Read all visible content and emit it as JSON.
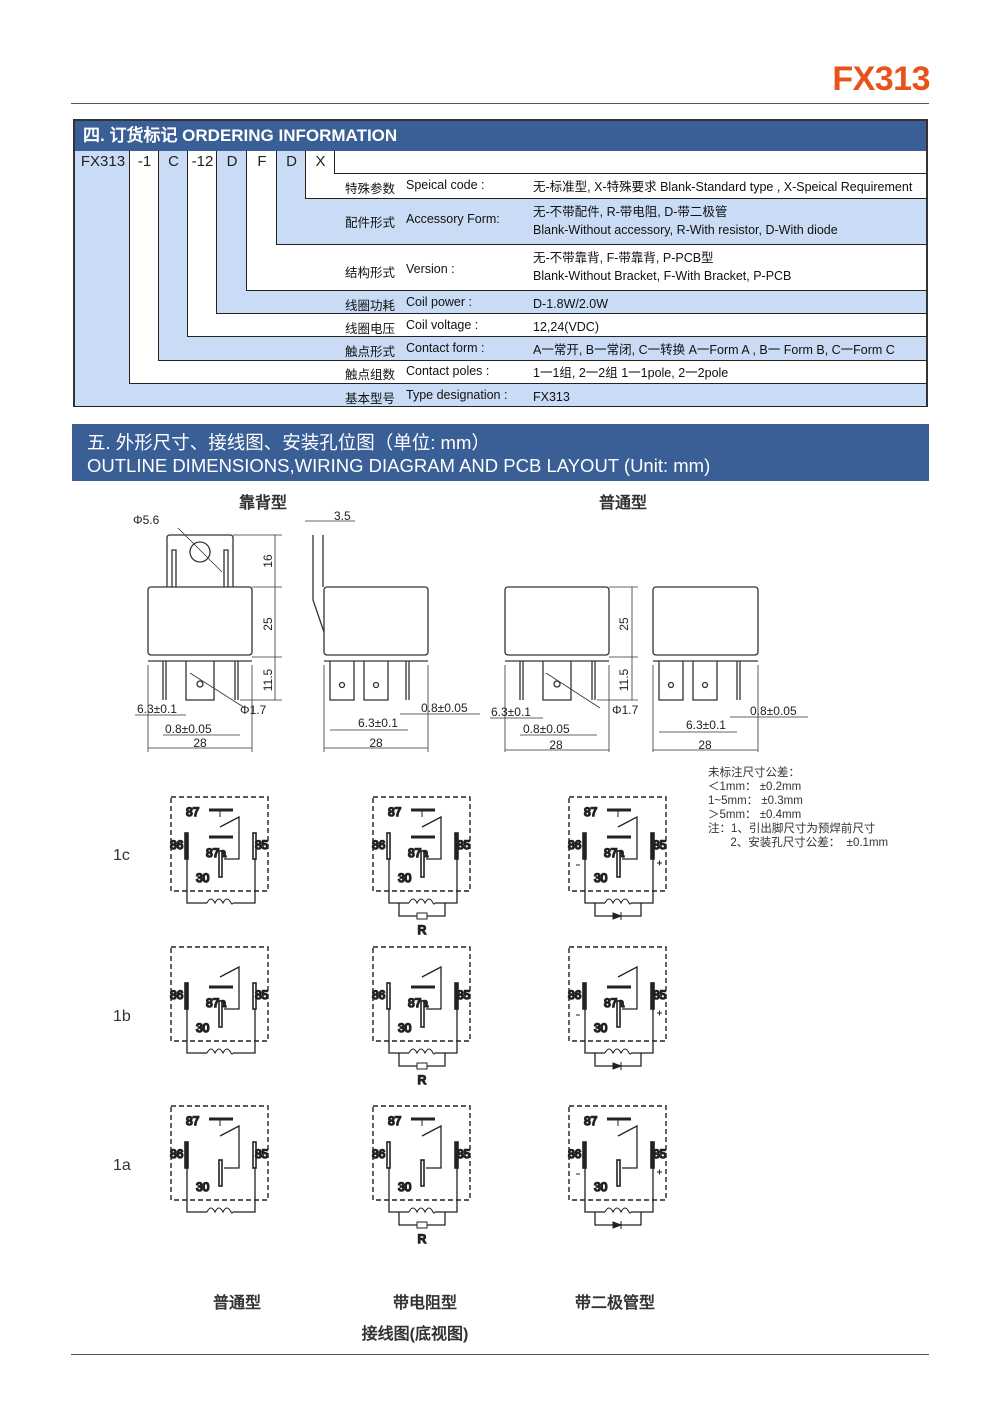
{
  "header": {
    "model": "FX313"
  },
  "ordering": {
    "title": "四. 订货标记 ORDERING INFORMATION",
    "codes": [
      "FX313",
      "-1",
      "C",
      "-12",
      "D",
      "F",
      "D",
      "X"
    ],
    "rows": [
      {
        "zh": "特殊参数",
        "en": "Speical code :",
        "value": "无-标准型, X-特殊要求  Blank-Standard type , X-Speical Requirement"
      },
      {
        "zh": "配件形式",
        "en": "Accessory Form:",
        "value": "无-不带配件, R-带电阻, D-带二极管",
        "value2": "Blank-Without accessory, R-With resistor, D-With diode"
      },
      {
        "zh": "结构形式",
        "en": "Version :",
        "value": "无-不带靠背, F-带靠背, P-PCB型",
        "value2": "Blank-Without Bracket, F-With Bracket, P-PCB"
      },
      {
        "zh": "线圈功耗",
        "en": "Coil power :",
        "value": "D-1.8W/2.0W"
      },
      {
        "zh": "线圈电压",
        "en": "Coil voltage :",
        "value": "12,24(VDC)"
      },
      {
        "zh": "触点形式",
        "en": "Contact form :",
        "value": "A一常开, B一常闭, C一转换   A一Form A , B一 Form B, C一Form C"
      },
      {
        "zh": "触点组数",
        "en": "Contact poles :",
        "value": "1一1组, 2一2组   1一1pole, 2一2pole"
      },
      {
        "zh": "基本型号",
        "en": "Type designation :",
        "value": "FX313"
      }
    ]
  },
  "outline": {
    "title_zh": "五. 外形尺寸、接线图、安装孔位图（单位: mm）",
    "title_en": "OUTLINE DIMENSIONS,WIRING DIAGRAM AND PCB LAYOUT (Unit: mm)",
    "bracket_type": "靠背型",
    "normal_type": "普通型",
    "dims": {
      "hole": "Φ5.6",
      "offset": "3.5",
      "h_bracket": "16",
      "h_body": "25",
      "h_pin": "11.5",
      "pin_w": "6.3±0.1",
      "pin_t": "0.8±0.05",
      "pin_hole": "Φ1.7",
      "width": "28"
    },
    "notes": [
      "未标注尺寸公差：",
      "＜1mm：  ±0.2mm",
      "1~5mm：  ±0.3mm",
      "＞5mm：  ±0.4mm",
      "注：1、引出脚尺寸为预焊前尺寸",
      "       2、安装孔尺寸公差：  ±0.1mm"
    ]
  },
  "wiring": {
    "row_labels": [
      "1c",
      "1b",
      "1a"
    ],
    "pins": {
      "p87": "87",
      "p86": "86",
      "p85": "85",
      "p87a": "87a",
      "p30": "30",
      "resistor": "R"
    },
    "column_labels": [
      "普通型",
      "带电阻型",
      "带二极管型"
    ],
    "caption": "接线图(底视图)"
  }
}
